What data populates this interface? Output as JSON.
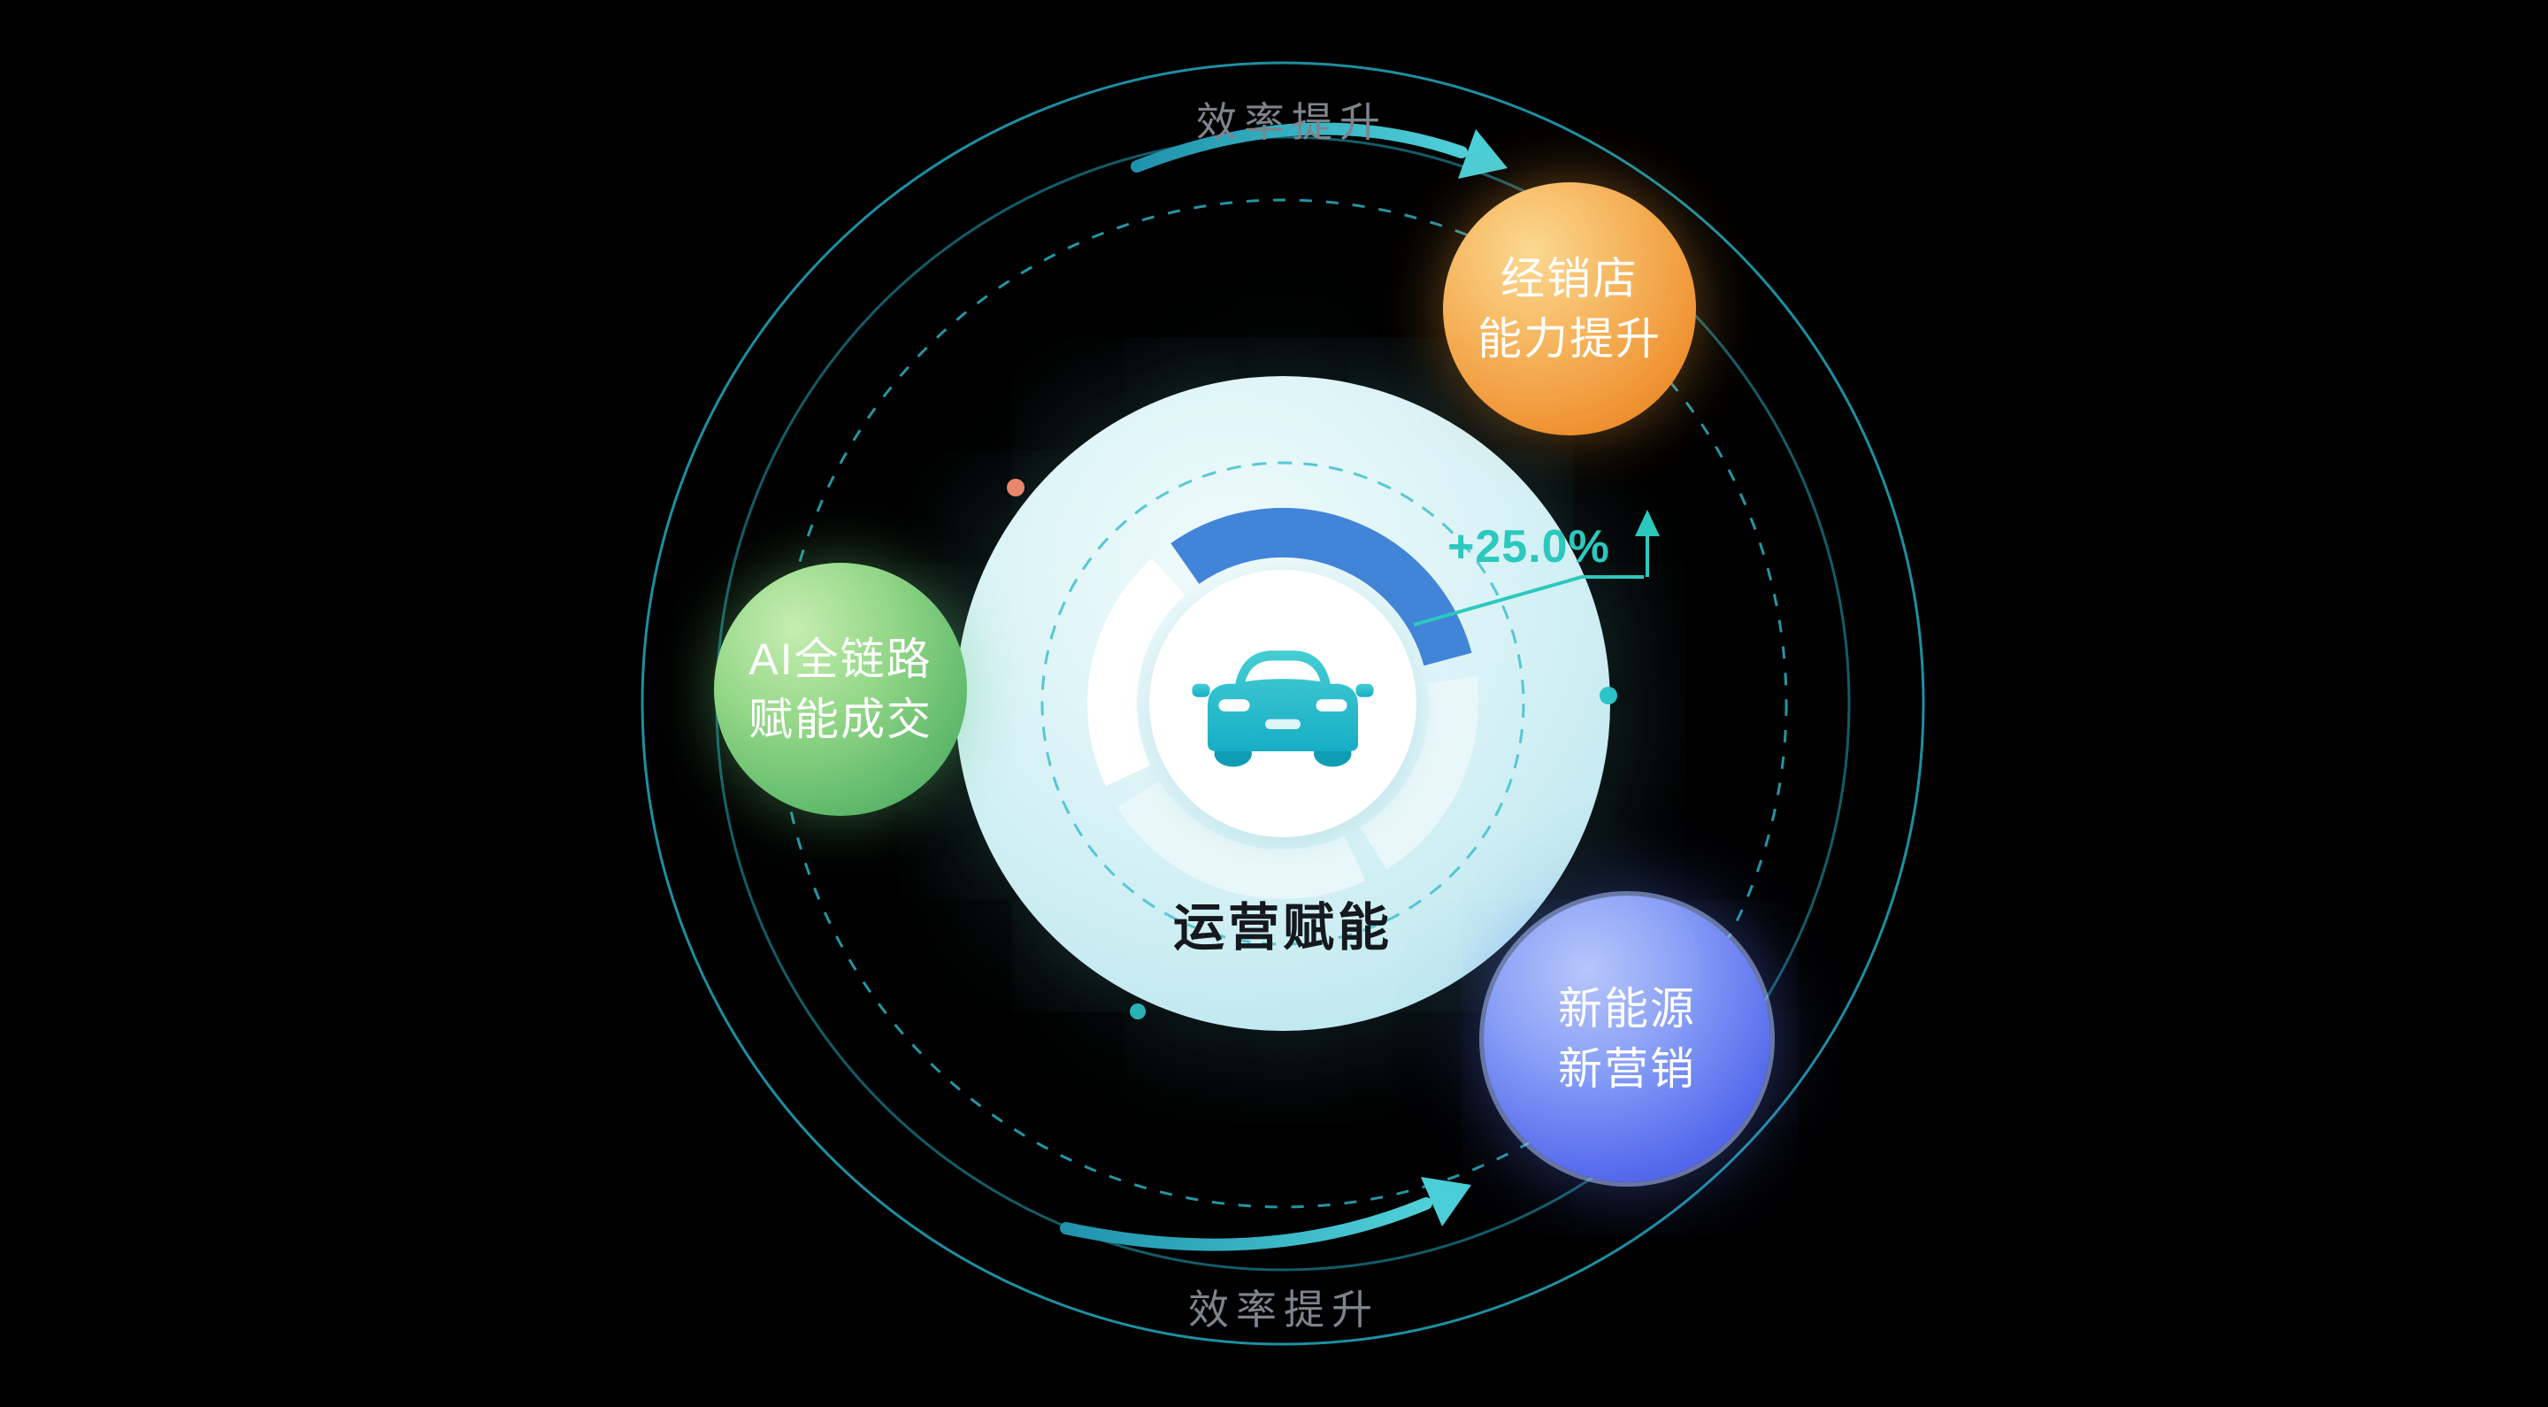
{
  "diagram": {
    "center": {
      "label": "运营赋能",
      "metric": "+25.0%",
      "icon": "car-icon"
    },
    "nodes": [
      {
        "id": "ai-full-chain",
        "color": "green",
        "lines": [
          "AI全链路",
          "赋能成交"
        ]
      },
      {
        "id": "dealer-capability",
        "color": "orange",
        "lines": [
          "经销店",
          "能力提升"
        ]
      },
      {
        "id": "new-energy-marketing",
        "color": "blue",
        "lines": [
          "新能源",
          "新营销"
        ]
      }
    ],
    "orbit_labels": {
      "top": "效率提升",
      "bottom": "效率提升"
    },
    "colors": {
      "background": "#000000",
      "orbit_teal": "#22A8BE",
      "arrow_teal": "#4ACFD8",
      "gauge_blue": "#4285D8",
      "metric_teal": "#2CC8BE",
      "label_gray": "#7D848C",
      "node_green": "#4BA45A",
      "node_orange": "#E8821F",
      "node_blue": "#4153E5",
      "dot_orange": "#E8876B",
      "dot_teal": "#2BC4C9",
      "car_teal": "#2BB9C6"
    }
  }
}
